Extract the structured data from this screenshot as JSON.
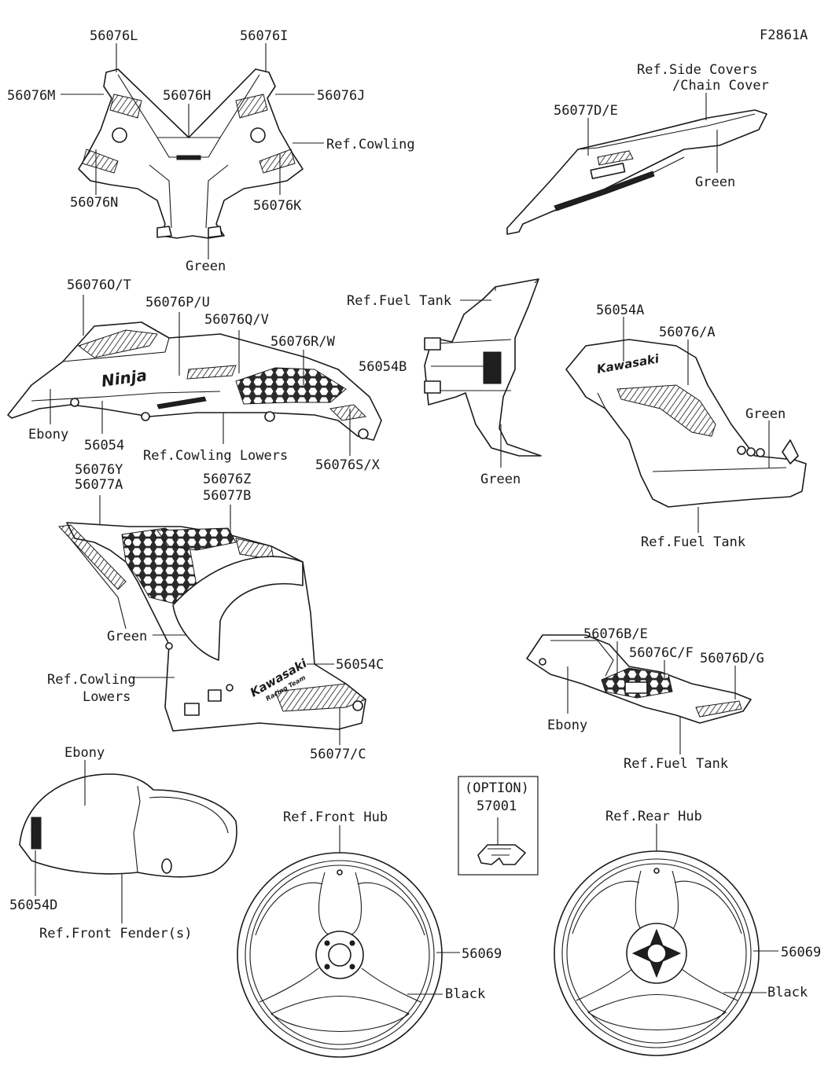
{
  "figure_code": "F2861A",
  "labels": {
    "p56076L": "56076L",
    "p56076I": "56076I",
    "p56076M": "56076M",
    "p56076H": "56076H",
    "p56076J": "56076J",
    "ref_cowling": "Ref.Cowling",
    "p56076N": "56076N",
    "p56076K": "56076K",
    "green_cowl": "Green",
    "ref_side_covers_1": "Ref.Side Covers",
    "ref_side_covers_2": "/Chain Cover",
    "p56077DE": "56077D/E",
    "green_tail": "Green",
    "p56076OT": "56076O/T",
    "p56076PU": "56076P/U",
    "p56076QV": "56076Q/V",
    "p56076RW": "56076R/W",
    "ebony_side": "Ebony",
    "p56054": "56054",
    "ref_cowling_lowers": "Ref.Cowling Lowers",
    "p56076SX": "56076S/X",
    "ref_fuel_tank_top": "Ref.Fuel Tank",
    "p56054B": "56054B",
    "green_tank_front": "Green",
    "p56054A": "56054A",
    "p56076A": "56076/A",
    "green_tank_side": "Green",
    "ref_fuel_tank_side": "Ref.Fuel Tank",
    "p56076Y": "56076Y",
    "p56077A": "56077A",
    "p56076Z": "56076Z",
    "p56077B": "56077B",
    "green_lower": "Green",
    "ref_cowling_lowers_2a": "Ref.Cowling",
    "ref_cowling_lowers_2b": "Lowers",
    "p56054C": "56054C",
    "p56077C": "56077/C",
    "p56076BE": "56076B/E",
    "p56076CF": "56076C/F",
    "p56076DG": "56076D/G",
    "ebony_tank": "Ebony",
    "ref_fuel_tank_bottom": "Ref.Fuel Tank",
    "ebony_fender": "Ebony",
    "p56054D": "56054D",
    "ref_front_fender": "Ref.Front Fender(s)",
    "ref_front_hub": "Ref.Front Hub",
    "option": "(OPTION)",
    "p57001": "57001",
    "ref_rear_hub": "Ref.Rear Hub",
    "p56069_front": "56069",
    "black_front": "Black",
    "p56069_rear": "56069",
    "black_rear": "Black"
  },
  "decal_text": {
    "ninja": "Ninja",
    "kawasaki_tank": "Kawasaki",
    "kawasaki_lower": "Kawasaki",
    "racing_team": "Racing Team"
  }
}
